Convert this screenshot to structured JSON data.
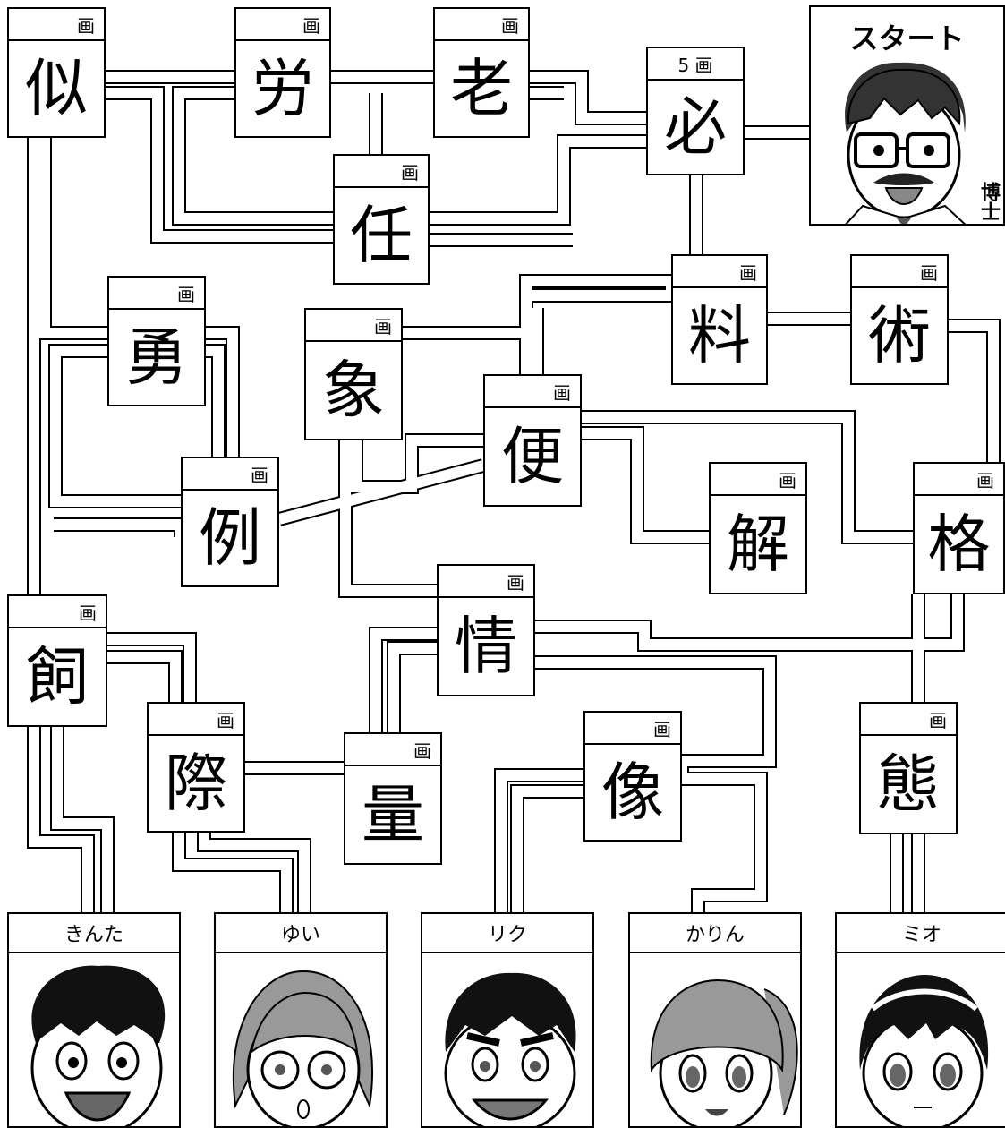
{
  "start": {
    "title": "スタート",
    "role": "博士"
  },
  "stroke_suffix": "画",
  "cards": [
    {
      "id": "ji",
      "kanji": "似",
      "strokes": "画"
    },
    {
      "id": "rou",
      "kanji": "労",
      "strokes": "画"
    },
    {
      "id": "rou2",
      "kanji": "老",
      "strokes": "画"
    },
    {
      "id": "hitsu",
      "kanji": "必",
      "strokes": "5 画"
    },
    {
      "id": "nin",
      "kanji": "任",
      "strokes": "画"
    },
    {
      "id": "ryou",
      "kanji": "料",
      "strokes": "画"
    },
    {
      "id": "jutsu",
      "kanji": "術",
      "strokes": "画"
    },
    {
      "id": "yuu",
      "kanji": "勇",
      "strokes": "画"
    },
    {
      "id": "zou",
      "kanji": "象",
      "strokes": "画"
    },
    {
      "id": "ben",
      "kanji": "便",
      "strokes": "画"
    },
    {
      "id": "rei",
      "kanji": "例",
      "strokes": "画"
    },
    {
      "id": "kai",
      "kanji": "解",
      "strokes": "画"
    },
    {
      "id": "kaku",
      "kanji": "格",
      "strokes": "画"
    },
    {
      "id": "shi",
      "kanji": "飼",
      "strokes": "画"
    },
    {
      "id": "jou",
      "kanji": "情",
      "strokes": "画"
    },
    {
      "id": "sai",
      "kanji": "際",
      "strokes": "画"
    },
    {
      "id": "ryou2",
      "kanji": "量",
      "strokes": "画"
    },
    {
      "id": "zou2",
      "kanji": "像",
      "strokes": "画"
    },
    {
      "id": "tai",
      "kanji": "態",
      "strokes": "画"
    }
  ],
  "kids": [
    {
      "name": "きんた"
    },
    {
      "name": "ゆい"
    },
    {
      "name": "リク"
    },
    {
      "name": "かりん"
    },
    {
      "name": "ミオ"
    }
  ]
}
